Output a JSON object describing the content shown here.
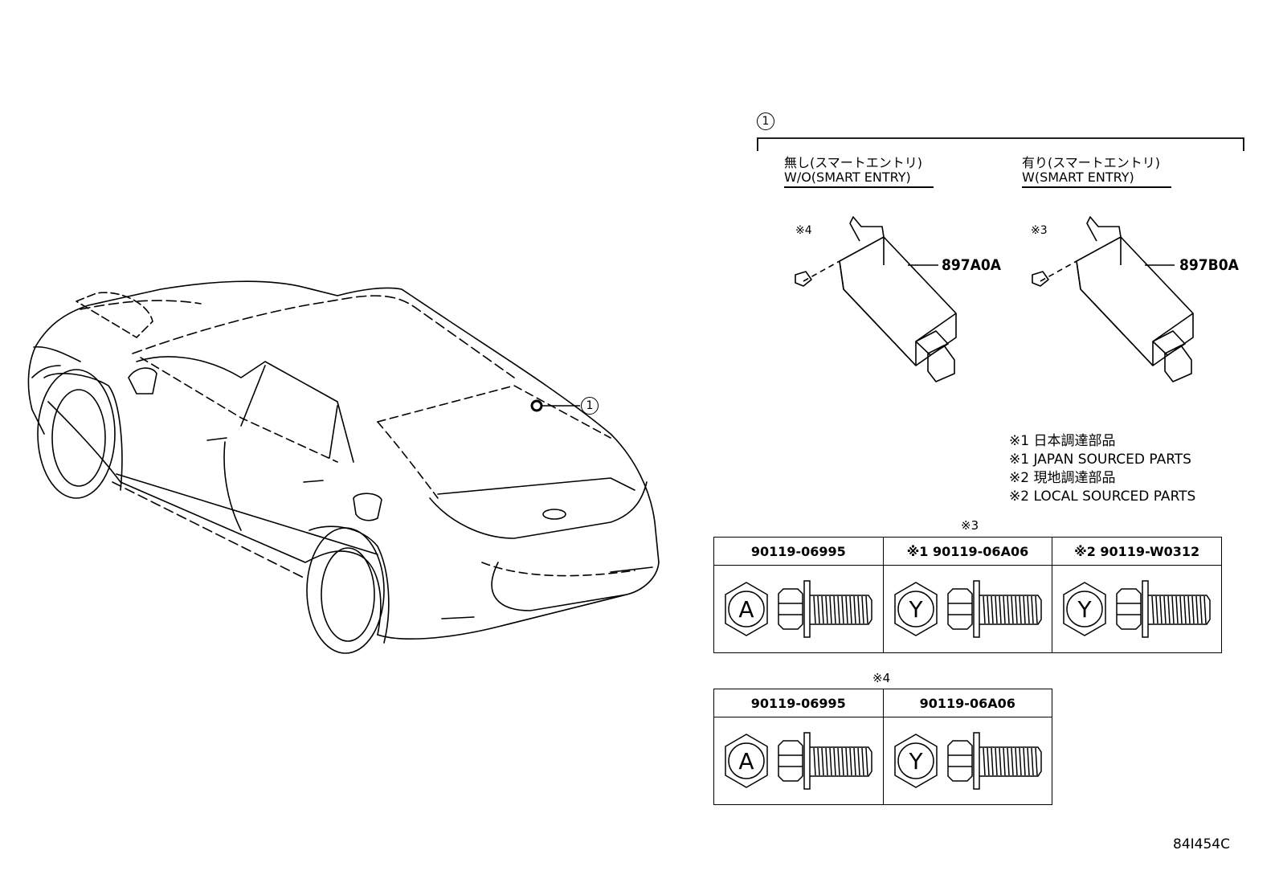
{
  "callout": "1",
  "group_header": "1",
  "variants": [
    {
      "jp": "無し(スマートエントリ)",
      "en": "W/O(SMART ENTRY)",
      "note_ref": "※4",
      "part": "897A0A"
    },
    {
      "jp": "有り(スマートエントリ)",
      "en": "W(SMART ENTRY)",
      "note_ref": "※3",
      "part": "897B0A"
    }
  ],
  "notes": [
    "※1 日本調達部品",
    "※1 JAPAN SOURCED PARTS",
    "※2 現地調達部品",
    "※2 LOCAL SOURCED PARTS"
  ],
  "table3": {
    "label": "※3",
    "columns": [
      {
        "header": "90119-06995",
        "mark": "A"
      },
      {
        "header": "※1 90119-06A06",
        "mark": "Y"
      },
      {
        "header": "※2 90119-W0312",
        "mark": "Y"
      }
    ]
  },
  "table4": {
    "label": "※4",
    "columns": [
      {
        "header": "90119-06995",
        "mark": "A"
      },
      {
        "header": "90119-06A06",
        "mark": "Y"
      }
    ]
  },
  "diagram_code": "84I454C"
}
